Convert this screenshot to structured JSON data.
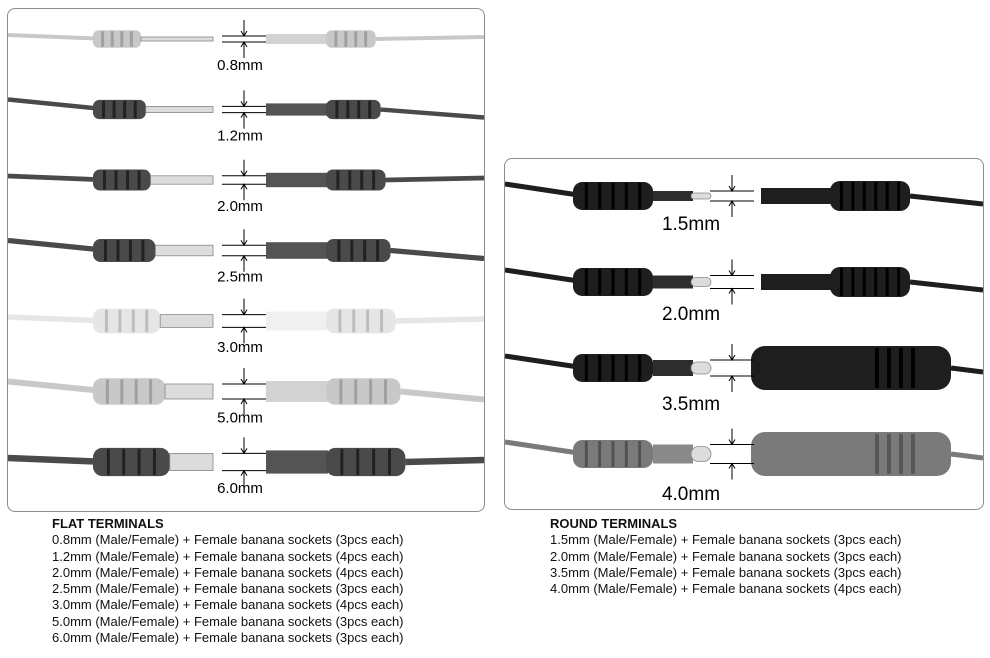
{
  "flat_panel": {
    "rows": [
      {
        "label": "0.8mm",
        "tone": "light"
      },
      {
        "label": "1.2mm",
        "tone": "dark"
      },
      {
        "label": "2.0mm",
        "tone": "dark"
      },
      {
        "label": "2.5mm",
        "tone": "dark"
      },
      {
        "label": "3.0mm",
        "tone": "white"
      },
      {
        "label": "5.0mm",
        "tone": "light"
      },
      {
        "label": "6.0mm",
        "tone": "dark"
      }
    ]
  },
  "round_panel": {
    "rows": [
      {
        "label": "1.5mm",
        "tone": "black"
      },
      {
        "label": "2.0mm",
        "tone": "black"
      },
      {
        "label": "3.5mm",
        "tone": "black"
      },
      {
        "label": "4.0mm",
        "tone": "gray"
      }
    ]
  },
  "flat_caption": {
    "title": "FLAT TERMINALS",
    "lines": [
      "0.8mm (Male/Female) + Female banana sockets (3pcs each)",
      "1.2mm (Male/Female) + Female banana sockets (4pcs each)",
      "2.0mm (Male/Female) + Female banana sockets (4pcs each)",
      "2.5mm (Male/Female) + Female banana sockets (3pcs each)",
      "3.0mm (Male/Female) + Female banana sockets (4pcs each)",
      "5.0mm (Male/Female) + Female banana sockets (3pcs each)",
      "6.0mm (Male/Female) + Female banana sockets (3pcs each)"
    ]
  },
  "round_caption": {
    "title": "ROUND TERMINALS",
    "lines": [
      "1.5mm (Male/Female) + Female banana sockets (3pcs each)",
      "2.0mm (Male/Female) + Female banana sockets (3pcs each)",
      "3.5mm (Male/Female) + Female banana sockets (3pcs each)",
      "4.0mm (Male/Female) + Female banana sockets (4pcs each)"
    ]
  },
  "colors": {
    "light": "#c8c8c8",
    "dark": "#4a4a4a",
    "white": "#e6e6e6",
    "black": "#1e1e1e",
    "gray": "#7a7a7a",
    "metal": "#dcdcdc",
    "border": "#8c8c8c"
  }
}
